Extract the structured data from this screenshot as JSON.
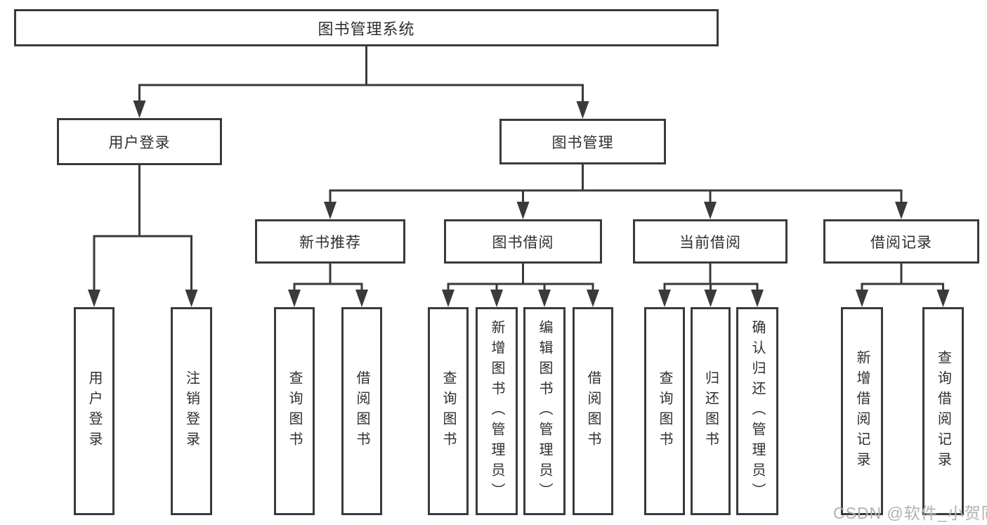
{
  "diagram": {
    "root": "图书管理系统",
    "level2": [
      {
        "label": "用户登录",
        "children": [
          "用户登录",
          "注销登录"
        ]
      },
      {
        "label": "图书管理"
      }
    ],
    "level3": [
      {
        "label": "新书推荐",
        "children": [
          "查询图书",
          "借阅图书"
        ]
      },
      {
        "label": "图书借阅",
        "children": [
          "查询图书",
          "新增图书（管理员）",
          "编辑图书（管理员）",
          "借阅图书"
        ]
      },
      {
        "label": "当前借阅",
        "children": [
          "查询图书",
          "归还图书",
          "确认归还（管理员）"
        ]
      },
      {
        "label": "借阅记录",
        "children": [
          "新增借阅记录",
          "查询借阅记录"
        ]
      }
    ]
  },
  "watermark": "CSDN @软件_小贺同学",
  "colors": {
    "line": "#3a3a3c",
    "box_border": "#3a3a3c",
    "text": "#2f2f2f",
    "watermark": "#b3b0b0",
    "background": "#ffffff"
  }
}
